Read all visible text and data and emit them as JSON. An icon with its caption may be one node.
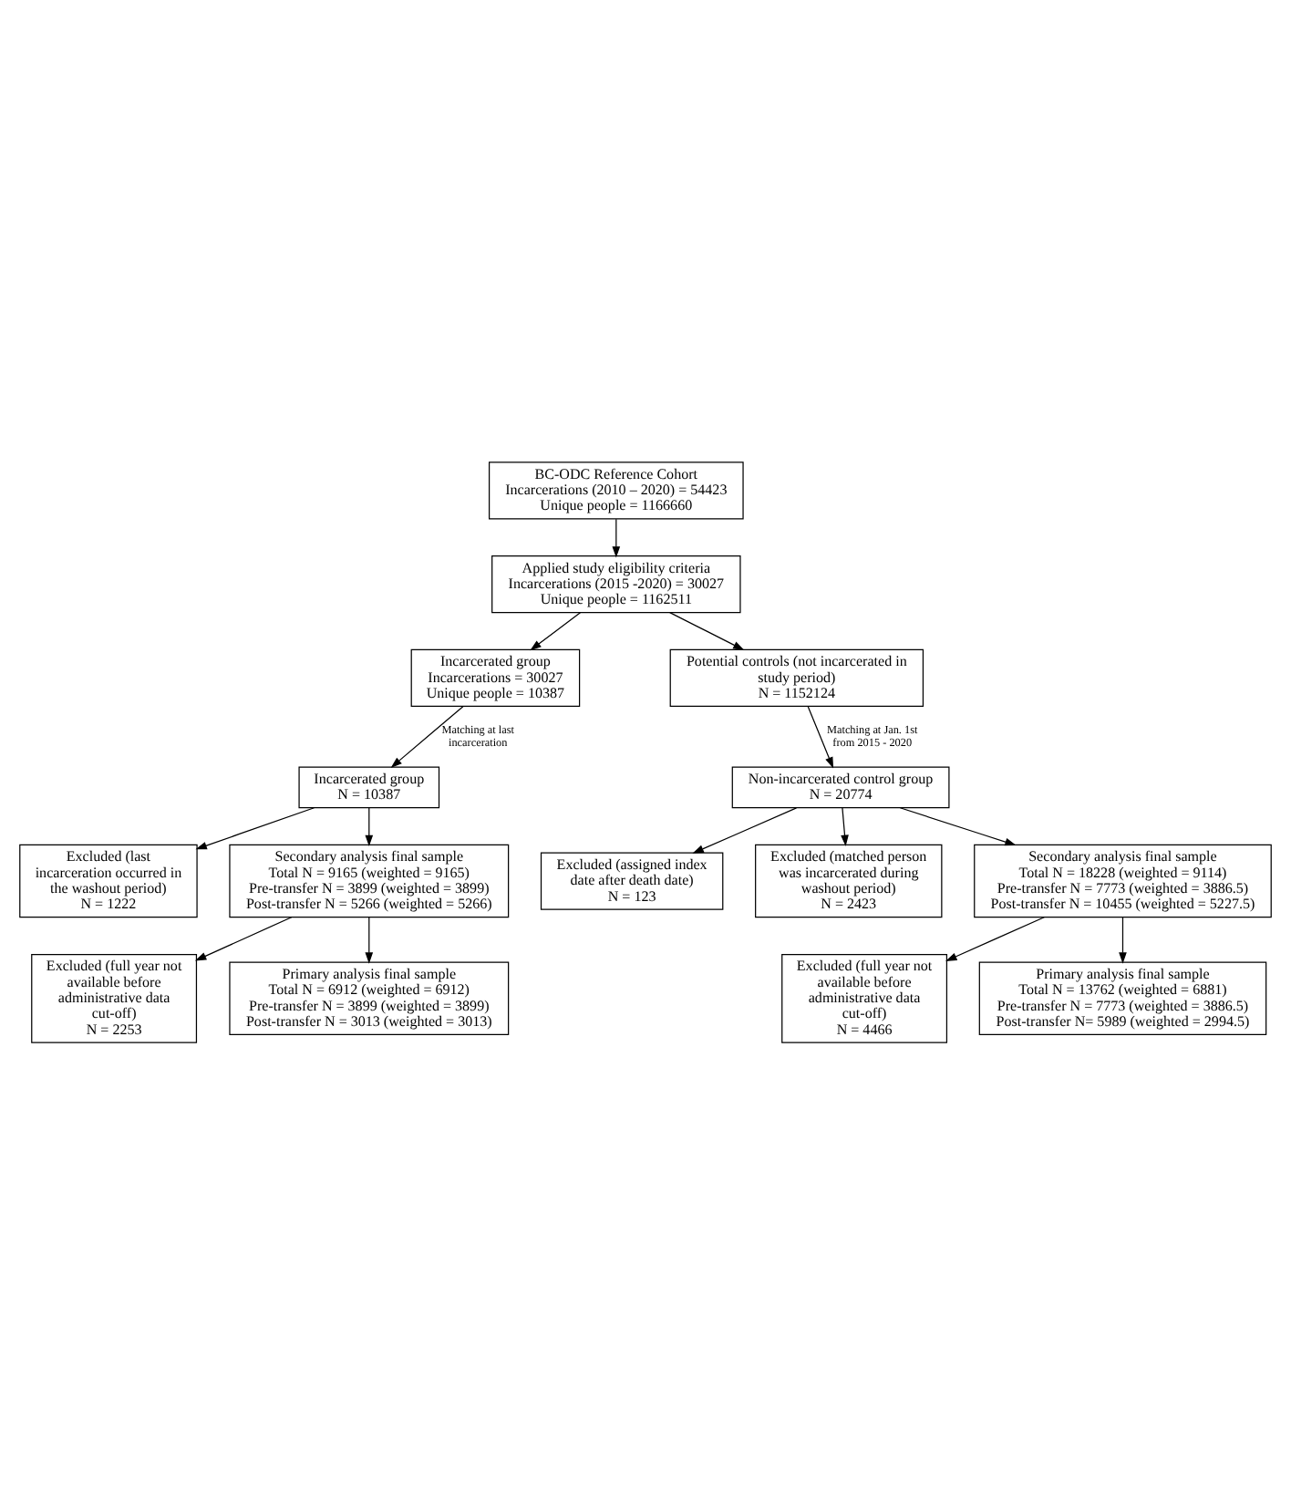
{
  "diagram": {
    "nodes": [
      {
        "text": [
          "BC-ODC Reference Cohort",
          "Incarcerations (2010 – 2020) = 54423",
          "Unique people = 1166660"
        ]
      },
      {
        "text": [
          "Applied study eligibility criteria",
          "Incarcerations (2015 -2020) = 30027",
          "Unique people = 1162511"
        ]
      },
      {
        "text": [
          "Incarcerated group",
          "Incarcerations = 30027",
          "Unique people = 10387"
        ]
      },
      {
        "text": [
          "Potential controls (not incarcerated in study period)",
          "N = 1152124"
        ]
      },
      {
        "text": [
          "Incarcerated group",
          "N = 10387"
        ]
      },
      {
        "text": [
          "Non-incarcerated control group",
          "N = 20774"
        ]
      },
      {
        "text": [
          "Excluded (assigned index date after death date)",
          "N = 123"
        ]
      },
      {
        "text": [
          "Excluded (last incarceration occurred in the washout period)",
          "N = 1222"
        ]
      },
      {
        "text": [
          "Excluded (matched person was incarcerated during washout period)",
          "N = 2423"
        ]
      },
      {
        "text": [
          "Secondary analysis final sample",
          "Total N = 9165 (weighted = 9165)",
          "Pre-transfer N = 3899 (weighted = 3899)",
          "Post-transfer N = 5266 (weighted = 5266)"
        ]
      },
      {
        "text": [
          "Secondary analysis final sample",
          "Total N = 18228 (weighted = 9114)",
          "Pre-transfer N = 7773 (weighted = 3886.5)",
          "Post-transfer N = 10455 (weighted = 5227.5)"
        ]
      },
      {
        "text": [
          "Excluded (full year not available before administrative data cut-off)",
          "N = 2253"
        ]
      },
      {
        "text": [
          "Excluded (full year not available before administrative data cut-off)",
          "N = 4466"
        ]
      },
      {
        "text": [
          "Primary analysis final sample",
          "Total N = 6912 (weighted = 6912)",
          "Pre-transfer N = 3899 (weighted = 3899)",
          "Post-transfer N = 3013 (weighted = 3013)"
        ]
      },
      {
        "text": [
          "Primary analysis final sample",
          "Total N = 13762 (weighted = 6881)",
          "Pre-transfer N = 7773 (weighted = 3886.5)",
          "Post-transfer N= 5989 (weighted = 2994.5)"
        ]
      }
    ],
    "edges": [
      {
        "from": 0,
        "to": 1,
        "arrow": "to"
      },
      {
        "from": 1,
        "to": 2,
        "arrow": "to"
      },
      {
        "from": 1,
        "to": 3,
        "arrow": "to"
      },
      {
        "from": 2,
        "to": 4,
        "arrow": "to",
        "label": "Matching at last incarceration"
      },
      {
        "from": 3,
        "to": 5,
        "arrow": "to",
        "label": "Matching at Jan. 1st from 2015 - 2020"
      },
      {
        "from": 4,
        "to": 7,
        "arrow": "to"
      },
      {
        "from": 4,
        "to": 9,
        "arrow": "to"
      },
      {
        "from": 5,
        "to": 6,
        "arrow": "to"
      },
      {
        "from": 5,
        "to": 8,
        "arrow": "to"
      },
      {
        "from": 5,
        "to": 10,
        "arrow": "to"
      },
      {
        "from": 9,
        "to": 11,
        "arrow": "to"
      },
      {
        "from": 9,
        "to": 13,
        "arrow": "to"
      },
      {
        "from": 10,
        "to": 12,
        "arrow": "to"
      },
      {
        "from": 10,
        "to": 14,
        "arrow": "to"
      }
    ]
  }
}
